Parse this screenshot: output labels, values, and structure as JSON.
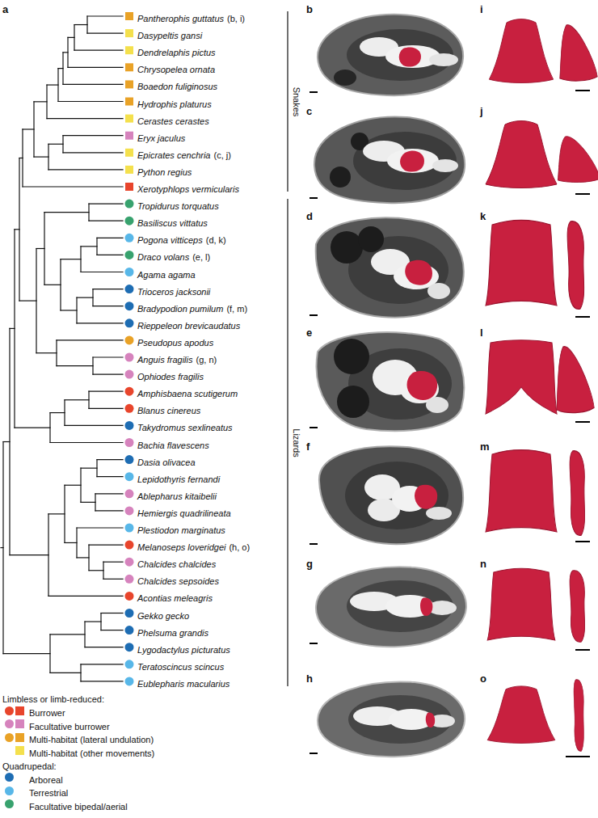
{
  "diagram": {
    "labels": [
      "a",
      "Pantherophis guttatus",
      "(b, i)",
      "Dasypeltis gansi",
      "Dendrelaphis pictus",
      "Chrysopelea ornata",
      "Boaedon fuliginosus",
      "Hydrophis platurus",
      "Cerastes cerastes",
      "Eryx jaculus",
      "Epicrates cenchria",
      "(c, j)",
      "Python regius",
      "Xerotyphlops vermicularis",
      "Tropidurus torquatus",
      "Basiliscus vittatus",
      "Pogona vitticeps",
      "(d, k)",
      "Draco volans",
      "(e, l)",
      "Agama agama",
      "Trioceros jacksonii",
      "Bradypodion pumilum",
      "(f, m)",
      "Rieppeleon brevicaudatus",
      "Pseudopus apodus",
      "Anguis fragilis",
      "(g, n)",
      "Ophiodes fragilis",
      "Amphisbaena scutigerum",
      "Blanus cinereus",
      "Takydromus sexlineatus",
      "Bachia flavescens",
      "Dasia olivacea",
      "Lepidothyris fernandi",
      "Ablepharus kitaibelii",
      "Hemiergis quadrilineata",
      "Plestiodon marginatus",
      "Melanoseps loveridgei",
      "(h, o)",
      "Chalcides chalcides",
      "Chalcides sepsoides",
      "Acontias meleagris",
      "Gekko gecko",
      "Phelsuma grandis",
      "Lygodactylus picturatus",
      "Teratoscincus scincus",
      "Eublepharis macularius",
      "Snakes",
      "Lizards",
      "Limbless or limb-reduced:",
      "Quadrupedal:",
      "b",
      "c",
      "d",
      "e",
      "f",
      "g",
      "h",
      "i",
      "j",
      "k",
      "l",
      "m",
      "n",
      "o"
    ],
    "legend": [
      {
        "text": "Burrower",
        "color": "#e8452c"
      },
      {
        "text": "Facultative burrower",
        "color": "#d683bd"
      },
      {
        "text": "Multi-habitat (lateral undulation)",
        "color": "#e9a227"
      },
      {
        "text": "Multi-habitat (other movements)",
        "color": "#f4e04d"
      },
      {
        "text": "Arboreal",
        "color": "#1e6db3"
      },
      {
        "text": "Terrestrial",
        "color": "#58b7e8"
      },
      {
        "text": "Facultative bipedal/aerial",
        "color": "#38a26e"
      }
    ]
  }
}
